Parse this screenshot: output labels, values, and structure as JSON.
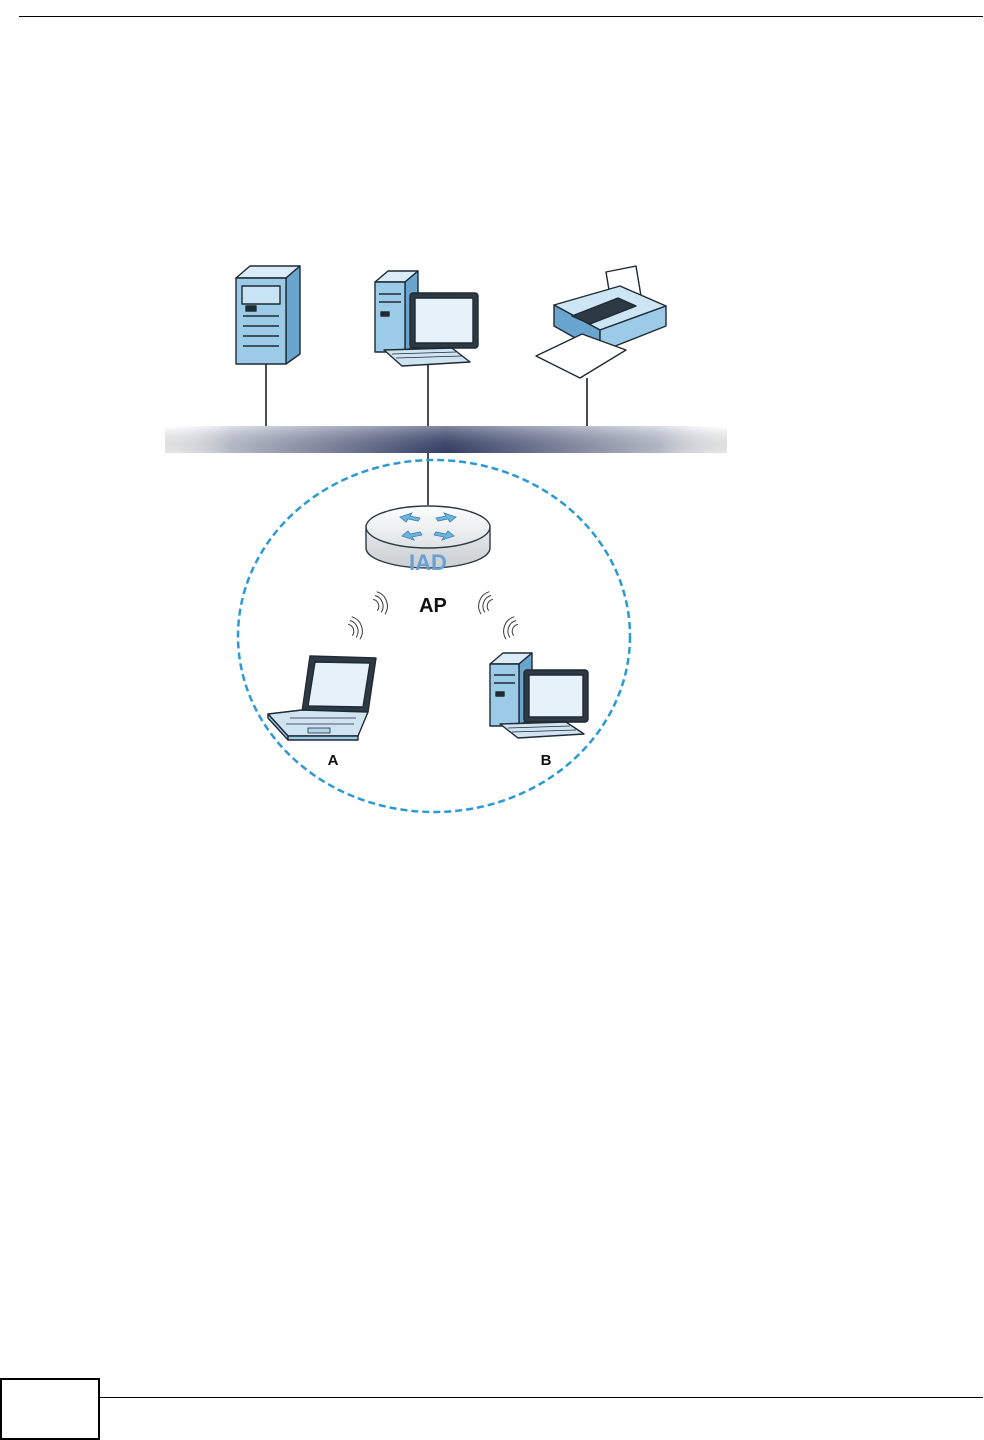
{
  "diagram": {
    "router_label": "IAD",
    "ap_label": "AP",
    "client_a_label": "A",
    "client_b_label": "B"
  },
  "colors": {
    "wired_bus_dark": "#3a4670",
    "bss_boundary": "#2a9ad4",
    "device_blue": "#9ccbe8",
    "device_outline": "#1f2a33"
  },
  "icons": [
    "server-tower-icon",
    "desktop-computer-icon",
    "printer-icon",
    "router-icon",
    "laptop-icon",
    "wireless-signal-icon"
  ]
}
